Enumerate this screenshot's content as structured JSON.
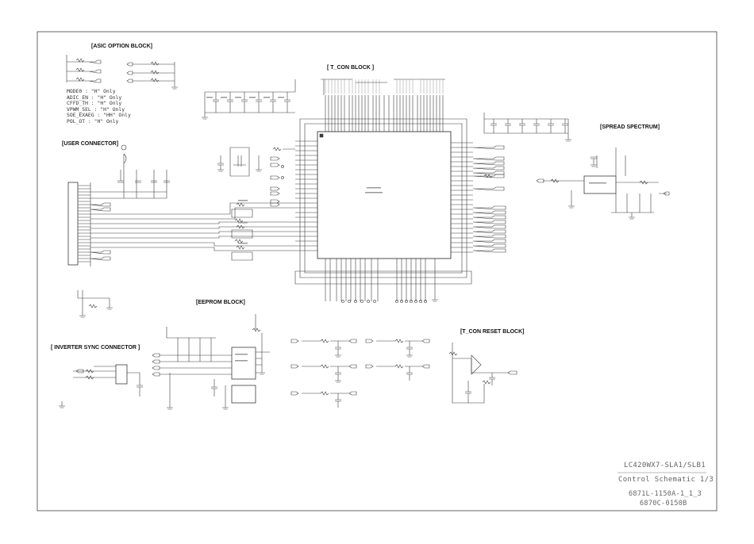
{
  "blocks": {
    "asic_option": "[ASIC OPTION BLOCK]",
    "t_con": "[ T_CON  BLOCK ]",
    "user_connector": "[USER CONNECTOR]",
    "spread_spectrum": "[SPREAD SPECTRUM]",
    "eeprom": "[EEPROM BLOCK]",
    "inverter_sync": "[ INVERTER SYNC CONNECTOR ]",
    "t_con_reset": "[T_CON RESET BLOCK]"
  },
  "asic_options": [
    "MODE0 : \"H\" Only",
    "ADIC_EN : \"H\" Only",
    "CFFD_TH : \"H\" Only",
    "VPWM_SEL : \"H\" Only",
    "SOE_EXAEG : \"HH\" Only",
    "POL_OT : \"H\" Only"
  ],
  "title_block": {
    "model": "LC420WX7-SLA1/SLB1",
    "title": "Control Schematic 1/3",
    "doc_no": "6871L-1150A-1_1_3",
    "part_no": "6870C-0150B"
  },
  "colors": {
    "wire": "#3a3a3a",
    "frame": "#555555",
    "title_text": "#666666"
  }
}
